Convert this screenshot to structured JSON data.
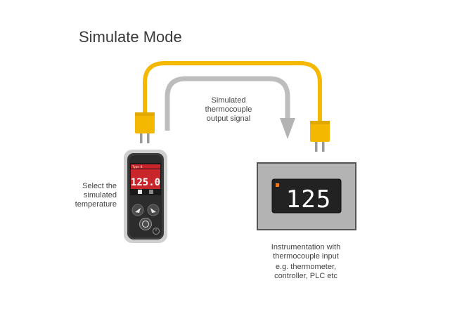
{
  "title": "Simulate Mode",
  "signal_label": [
    "Simulated",
    "thermocouple",
    "output signal"
  ],
  "select_label": [
    "Select the",
    "simulated",
    "temperature"
  ],
  "instrument_label": [
    "Instrumentation with",
    "thermocouple input"
  ],
  "instrument_examples": [
    "e.g. thermometer,",
    "controller, PLC etc"
  ],
  "handheld": {
    "reading": "125.0",
    "screen_tag": "Type K"
  },
  "panel": {
    "reading": "125"
  },
  "colors": {
    "cable": "#f5b800",
    "signal_arrow": "#b8b8b8",
    "panel_face": "#b3b3b3",
    "display_bg": "#222222",
    "digits": "#ffffff",
    "indicator": "#f07a20"
  },
  "icons": [
    "thermocouple-plug-icon",
    "arrow-icon",
    "power-icon"
  ]
}
